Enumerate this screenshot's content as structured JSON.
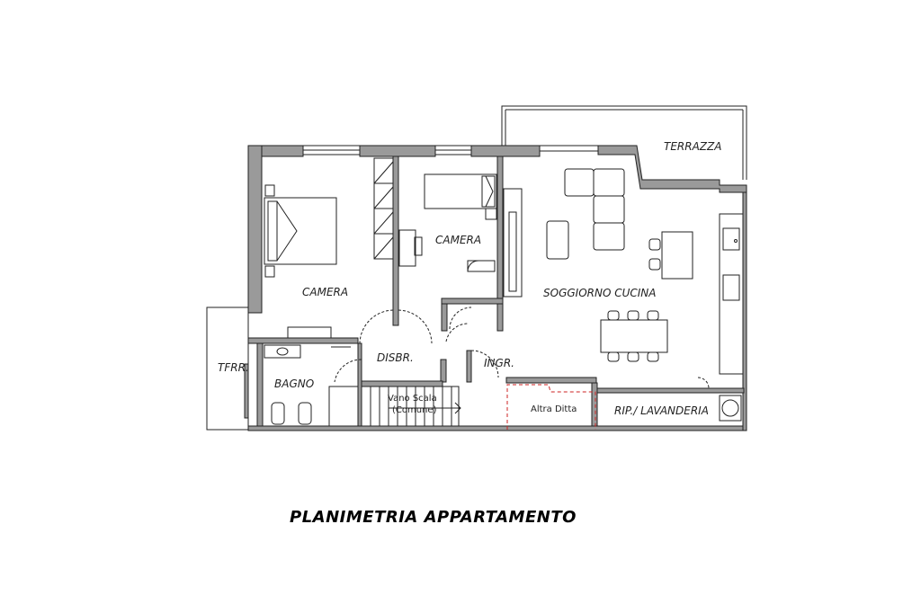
{
  "rooms": {
    "terrazza": "TERRAZZA",
    "camera_master": "CAMERA",
    "camera_second": "CAMERA",
    "soggiorno_cucina": "SOGGIORNO CUCINA",
    "tfrr": "TFRR.",
    "disbr": "DISBR.",
    "ingr": "INGR.",
    "bagno": "BAGNO",
    "vano_scala_line1": "Vano Scala",
    "vano_scala_line2": "(Comune)",
    "altra_ditta": "Altra Ditta",
    "rip_lavanderia": "RIP./ LAVANDERIA"
  },
  "title": "PLANIMETRIA APPARTAMENTO",
  "colors": {
    "wall": "#9a9a9a",
    "line": "#222222",
    "boundary": "#cc2222"
  }
}
